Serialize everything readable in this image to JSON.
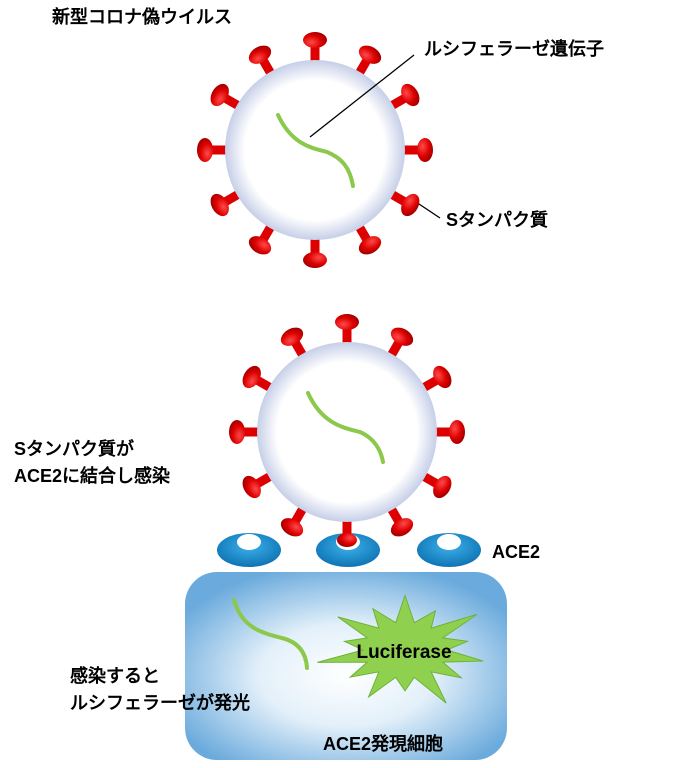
{
  "labels": {
    "virus_title": "新型コロナ偽ウイルス",
    "gene": "ルシフェラーゼ遺伝子",
    "spike": "Sタンパク質",
    "binding_line1": "Sタンパク質が",
    "binding_line2": "ACE2に結合し感染",
    "ace2": "ACE2",
    "infect_line1": "感染すると",
    "infect_line2": "ルシフェラーゼが発光",
    "luciferase": "Luciferase",
    "cell": "ACE2発現細胞"
  },
  "colors": {
    "spike": "#dd0000",
    "spike_dark": "#9e0000",
    "virus_fill": "#ffffff",
    "virus_edge": "#c6cfe8",
    "rna": "#8cc84b",
    "burst": "#8fd14f",
    "receptor": "#0a85c7",
    "cell_center": "#ffffff",
    "cell_edge": "#6aaadc"
  }
}
